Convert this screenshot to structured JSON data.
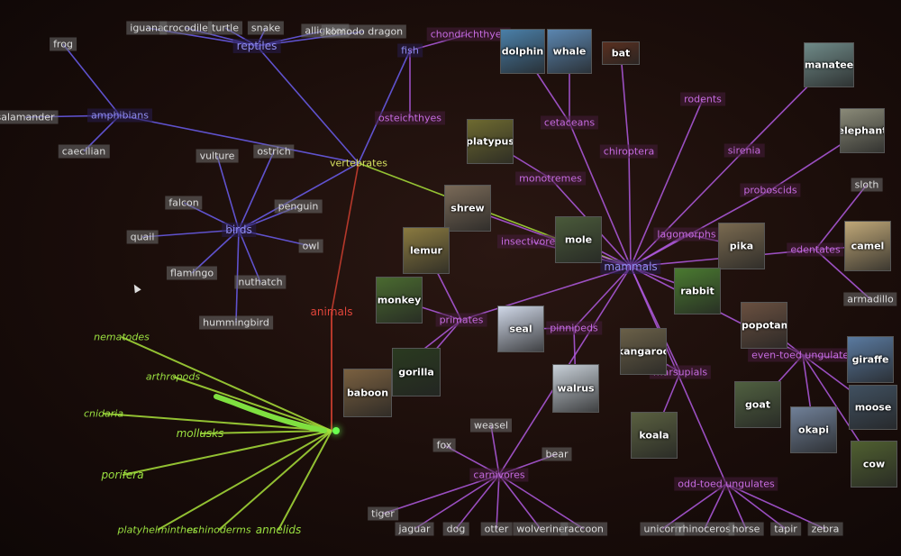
{
  "colors": {
    "mammals": "#b05ae0",
    "vertebrates": "#6b5ef0",
    "invertebrates": "#a8e03a",
    "root": "#d04030",
    "leaf_box": "#6e6e6e"
  },
  "labels": {
    "animals": "animals",
    "vertebrates": "vertebrates",
    "reptiles": "reptiles",
    "fish": "fish",
    "amphibians": "amphibians",
    "birds": "birds",
    "mammals": "mammals",
    "cetaceans": "cetaceans",
    "chiroptera": "chiroptera",
    "rodents": "rodents",
    "sirenia": "sirenia",
    "proboscids": "proboscids",
    "monotremes": "monotremes",
    "insectivores": "insectivores",
    "lagomorphs": "lagomorphs",
    "edentates": "edentates",
    "primates": "primates",
    "pinnipeds": "pinnipeds",
    "marsupials": "marsupials",
    "carnivores": "carnivores",
    "even_toed": "even-toed ungulates",
    "odd_toed": "odd-toed ungulates",
    "mollusks": "mollusks",
    "porifera": "porifera",
    "annelids": "annelids",
    "echinoderms": "echinoderms",
    "platyhelminthes": "platyhelminthes",
    "arthropods": "arthropods",
    "cnidaria": "cnidaria",
    "nematodes": "nematodes",
    "chondrichthyes": "chondrichthyes",
    "osteichthyes": "osteichthyes",
    "iguana": "iguana",
    "crocodile": "crocodile",
    "turtle": "turtle",
    "snake": "snake",
    "alligator": "alligator",
    "komodo": "komodo dragon",
    "frog": "frog",
    "salamander": "salamander",
    "caecilian": "caecilian",
    "vulture": "vulture",
    "ostrich": "ostrich",
    "falcon": "falcon",
    "penguin": "penguin",
    "quail": "quail",
    "owl": "owl",
    "flamingo": "flamingo",
    "nuthatch": "nuthatch",
    "hummingbird": "hummingbird",
    "sloth": "sloth",
    "armadillo": "armadillo",
    "weasel": "weasel",
    "fox": "fox",
    "bear": "bear",
    "tiger": "tiger",
    "jaguar": "jaguar",
    "dog": "dog",
    "otter": "otter",
    "wolverine": "wolverine",
    "raccoon": "raccoon",
    "unicorn": "unicorn",
    "rhinoceros": "rhinoceros",
    "horse": "horse",
    "tapir": "tapir",
    "zebra": "zebra",
    "dolphin": "dolphin",
    "whale": "whale",
    "bat": "bat",
    "manatee": "manatee",
    "elephant": "elephant",
    "platypus": "platypus",
    "shrew": "shrew",
    "mole": "mole",
    "pika": "pika",
    "rabbit": "rabbit",
    "camel": "camel",
    "lemur": "lemur",
    "monkey": "monkey",
    "seal": "seal",
    "baboon": "baboon",
    "gorilla": "gorilla",
    "walrus": "walrus",
    "kangaroo": "kangaroo",
    "koala": "koala",
    "hippopotamus": "hippopotamus",
    "giraffe": "giraffe",
    "moose": "moose",
    "goat": "goat",
    "okapi": "okapi",
    "cow": "cow"
  }
}
